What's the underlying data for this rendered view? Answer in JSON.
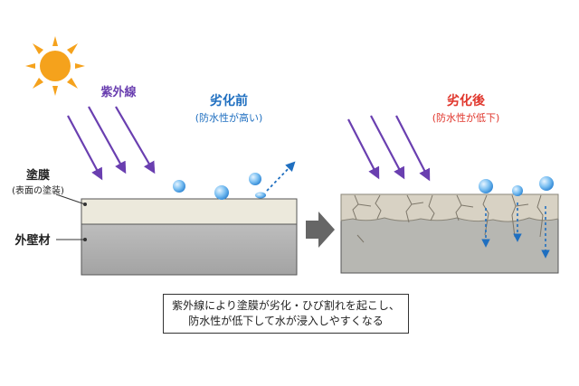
{
  "labels": {
    "uv_rays": "紫外線",
    "coating_film": "塗膜",
    "surface_coating": "(表面の塗装)",
    "exterior_wall": "外壁材",
    "before_title": "劣化前",
    "before_subtitle": "(防水性が高い)",
    "after_title": "劣化後",
    "after_subtitle": "(防水性が低下)"
  },
  "caption": {
    "line1": "紫外線により塗膜が劣化・ひび割れを起こし、",
    "line2": "防水性が低下して水が浸入しやすくなる"
  },
  "colors": {
    "uv_purple": "#6a3fb0",
    "before_blue": "#1f6fc0",
    "after_red": "#e0362c",
    "sun": "#f5a21c",
    "coating": "#ece9dc",
    "wall": "#a9a9a9",
    "water": "#5aa8e6",
    "arrow_gray": "#666666"
  },
  "icons": {
    "sun": "sun-icon",
    "water_drop": "water-drop-icon",
    "transition": "right-arrow-icon"
  }
}
